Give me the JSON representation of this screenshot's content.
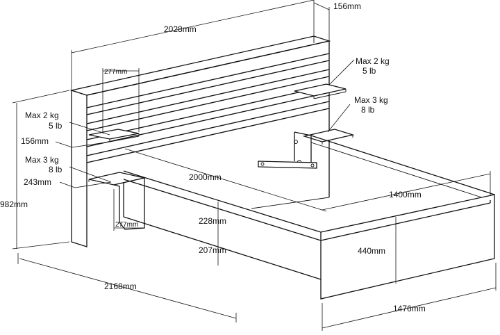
{
  "dimensions": {
    "headboard_length": "2028mm",
    "headboard_depth": "156mm",
    "total_height": "982mm",
    "total_length": "2168mm",
    "total_width": "1476mm",
    "mattress_length": "2000mm",
    "mattress_width": "1400mm",
    "side_height": "440mm",
    "clearance_upper": "228mm",
    "clearance_lower": "207mm"
  },
  "shelves": {
    "upper_left": {
      "load_kg": "Max 2 kg",
      "load_lb": "5 lb",
      "width": "277mm",
      "depth": "156mm"
    },
    "lower_left": {
      "load_kg": "Max 3 kg",
      "load_lb": "8 lb",
      "width": "277mm",
      "height": "243mm"
    },
    "upper_right": {
      "load_kg": "Max 2 kg",
      "load_lb": "5 lb"
    },
    "lower_right": {
      "load_kg": "Max 3 kg",
      "load_lb": "8 lb"
    }
  }
}
